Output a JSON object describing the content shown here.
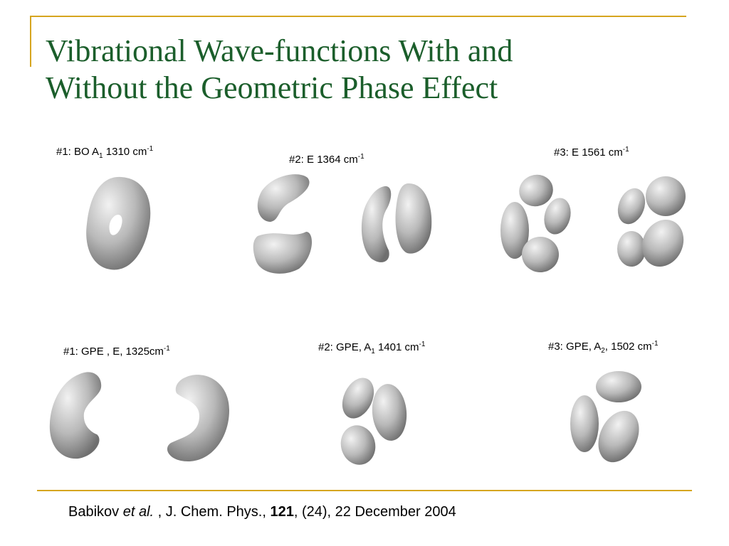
{
  "title": {
    "line1": "Vibrational Wave-functions With and",
    "line2": "Without the Geometric Phase Effect"
  },
  "labels": {
    "bo1": {
      "pre": "#1: BO A",
      "sub": "1",
      "post": " 1310 cm",
      "sup": "-1"
    },
    "bo2": {
      "pre": "#2: E 1364 cm",
      "sup": "-1"
    },
    "bo3": {
      "pre": "#3: E 1561 cm",
      "sup": "-1"
    },
    "gpe1": {
      "pre": "#1: GPE , E, 1325cm",
      "sup": "-1"
    },
    "gpe2": {
      "pre": "#2: GPE,  A",
      "sub": "1",
      "post": " 1401 cm",
      "sup": "-1"
    },
    "gpe3": {
      "pre": "#3: GPE, A",
      "sub": "2",
      "post": ", 1502 cm",
      "sup": "-1"
    }
  },
  "citation": {
    "author": "Babikov ",
    "etal": "et al.",
    "journal": " , J. Chem. Phys., ",
    "volume": "121",
    "rest": ", (24), 22 December 2004"
  }
}
